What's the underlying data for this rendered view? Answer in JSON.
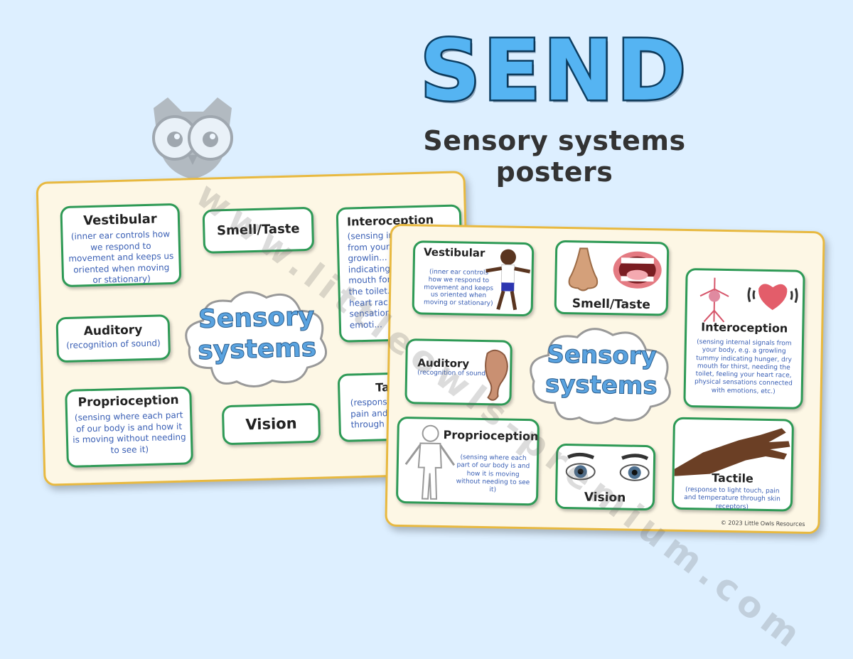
{
  "header": {
    "title": "SEND",
    "subtitle": "Sensory systems posters"
  },
  "watermark": "www.littleowls-premium.com",
  "back_poster": {
    "center_line1": "Sensory",
    "center_line2": "systems",
    "cards": {
      "vestibular": {
        "title": "Vestibular",
        "desc": "(inner ear controls how we respond to movement and keeps us oriented when moving or stationary)"
      },
      "smell": {
        "title": "Smell/Taste"
      },
      "interoception": {
        "title": "Interoception",
        "desc": "(sensing in... from your... growlin... indicating... mouth for t... the toilet... heart rac... sensations... emoti..."
      },
      "auditory": {
        "title": "Auditory",
        "desc": "(recognition of sound)"
      },
      "proprioception": {
        "title": "Proprioception",
        "desc": "(sensing where each part of our body is and how it is moving without needing to see it)"
      },
      "vision": {
        "title": "Vision"
      },
      "tactile": {
        "title": "Ta...",
        "desc": "(response... pain and... through s..."
      }
    }
  },
  "front_poster": {
    "center_line1": "Sensory",
    "center_line2": "systems",
    "copyright": "© 2023 Little Owls Resources",
    "cards": {
      "vestibular": {
        "title": "Vestibular",
        "desc": "(inner ear controls how we respond to movement and keeps us oriented when moving or stationary)"
      },
      "smell": {
        "title": "Smell/Taste"
      },
      "interoception": {
        "title": "Interoception",
        "desc": "(sensing internal signals from your body, e.g. a growling tummy indicating hunger, dry mouth for thirst, needing the toilet, feeling your heart race, physical sensations connected with emotions, etc.)"
      },
      "auditory": {
        "title": "Auditory",
        "desc": "(recognition of sound)"
      },
      "proprioception": {
        "title": "Proprioception",
        "desc": "(sensing where each part of our body is and how it is moving without needing to see it)"
      },
      "vision": {
        "title": "Vision"
      },
      "tactile": {
        "title": "Tactile",
        "desc": "(response to light touch, pain and temperature through skin receptors)"
      }
    }
  },
  "colors": {
    "background": "#ddefff",
    "title_fill": "#55b4f2",
    "title_outline": "#0d3f63",
    "poster_bg": "#fdf7e5",
    "poster_border": "#e8b940",
    "card_border": "#2e9a56",
    "description_text": "#3b60b5",
    "cloud_text": "#5aa3e0"
  },
  "icons": [
    "owl-logo-icon",
    "child-figure-icon",
    "nose-icon",
    "mouth-icon",
    "body-organs-icon",
    "heart-icon",
    "ear-icon",
    "body-outline-icon",
    "eyes-icon",
    "arm-icon"
  ]
}
